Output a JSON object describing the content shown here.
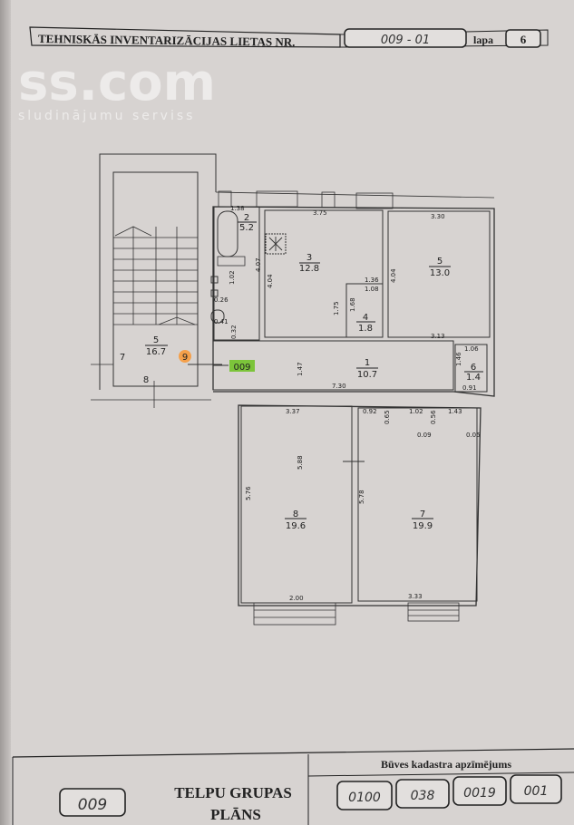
{
  "header": {
    "title": "TEHNISKĀS INVENTARIZĀCIJAS LIETAS NR.",
    "file_number": "009 - 01",
    "page_label": "lapa",
    "page_number": "6"
  },
  "watermark": {
    "logo": "ss.com",
    "tagline": "sludinājumu serviss"
  },
  "plan": {
    "group_marker": "009",
    "entrance_marker": "9",
    "stair_labels": {
      "left": "7",
      "bottom": "8"
    },
    "rooms": [
      {
        "number": "5",
        "area": "16.7"
      },
      {
        "number": "2",
        "area": "5.2"
      },
      {
        "number": "3",
        "area": "12.8"
      },
      {
        "number": "4",
        "area": "1.8"
      },
      {
        "number": "5",
        "area": "13.0"
      },
      {
        "number": "1",
        "area": "10.7"
      },
      {
        "number": "6",
        "area": "1.4"
      },
      {
        "number": "8",
        "area": "19.6"
      },
      {
        "number": "7",
        "area": "19.9"
      }
    ],
    "dimensions": [
      "1.38",
      "3.75",
      "3.30",
      "4.07",
      "4.04",
      "4.04",
      "1.02",
      "0.26",
      "0.41",
      "0.32",
      "1.36",
      "1.08",
      "1.75",
      "1.68",
      "3.13",
      "1.06",
      "1.46",
      "0.91",
      "1.47",
      "7.30",
      "3.37",
      "0.92",
      "0.65",
      "1.02",
      "0.56",
      "1.43",
      "0.09",
      "0.05",
      "5.88",
      "5.76",
      "5.78",
      "2.00",
      "3.33"
    ]
  },
  "title_block": {
    "group_number": "009",
    "title_line1": "TELPU GRUPAS",
    "title_line2": "PLĀNS",
    "cadastre_label": "Būves kadastra apzīmējums",
    "cadastre_codes": [
      "0100",
      "038",
      "0019",
      "001"
    ]
  },
  "colors": {
    "paper": "#d7d3d1",
    "ink": "#222222",
    "marker_green": "#7cc43a",
    "marker_orange": "#f5a04a"
  }
}
